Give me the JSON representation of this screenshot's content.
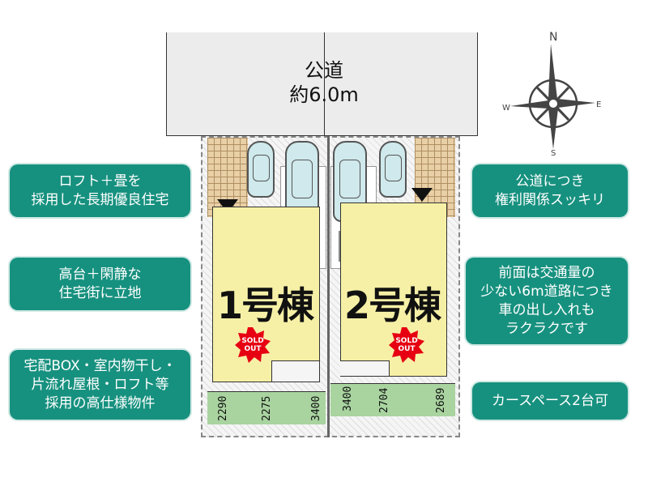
{
  "road": {
    "line1": "公道",
    "line2": "約6.0m"
  },
  "compass": {
    "n": "N",
    "s": "S",
    "e": "E",
    "w": "W"
  },
  "left_callouts": [
    {
      "lines": [
        "ロフト＋畳を",
        "採用した長期優良住宅"
      ]
    },
    {
      "lines": [
        "高台＋閑静な",
        "住宅街に立地"
      ]
    },
    {
      "lines": [
        "宅配BOX・室内物干し・",
        "片流れ屋根・ロフト等",
        "採用の高仕様物件"
      ]
    }
  ],
  "right_callouts": [
    {
      "lines": [
        "公道につき",
        "権利関係スッキリ"
      ]
    },
    {
      "lines": [
        "前面は交通量の",
        "少ない6m道路につき",
        "車の出し入れも",
        "ラクラクです"
      ]
    },
    {
      "lines": [
        "カースペース2台可"
      ]
    }
  ],
  "buildings": [
    {
      "label": "1号棟",
      "badge": [
        "SOLD",
        "OUT"
      ]
    },
    {
      "label": "2号棟",
      "badge": [
        "SOLD",
        "OUT"
      ]
    }
  ],
  "dimensions": [
    "2290",
    "2275",
    "3400",
    "3400",
    "2704",
    "2689"
  ],
  "colors": {
    "callout": "#17917f",
    "lot": "#f6f0a6",
    "grass": "#a9d4a0",
    "badge": "#e60012"
  }
}
